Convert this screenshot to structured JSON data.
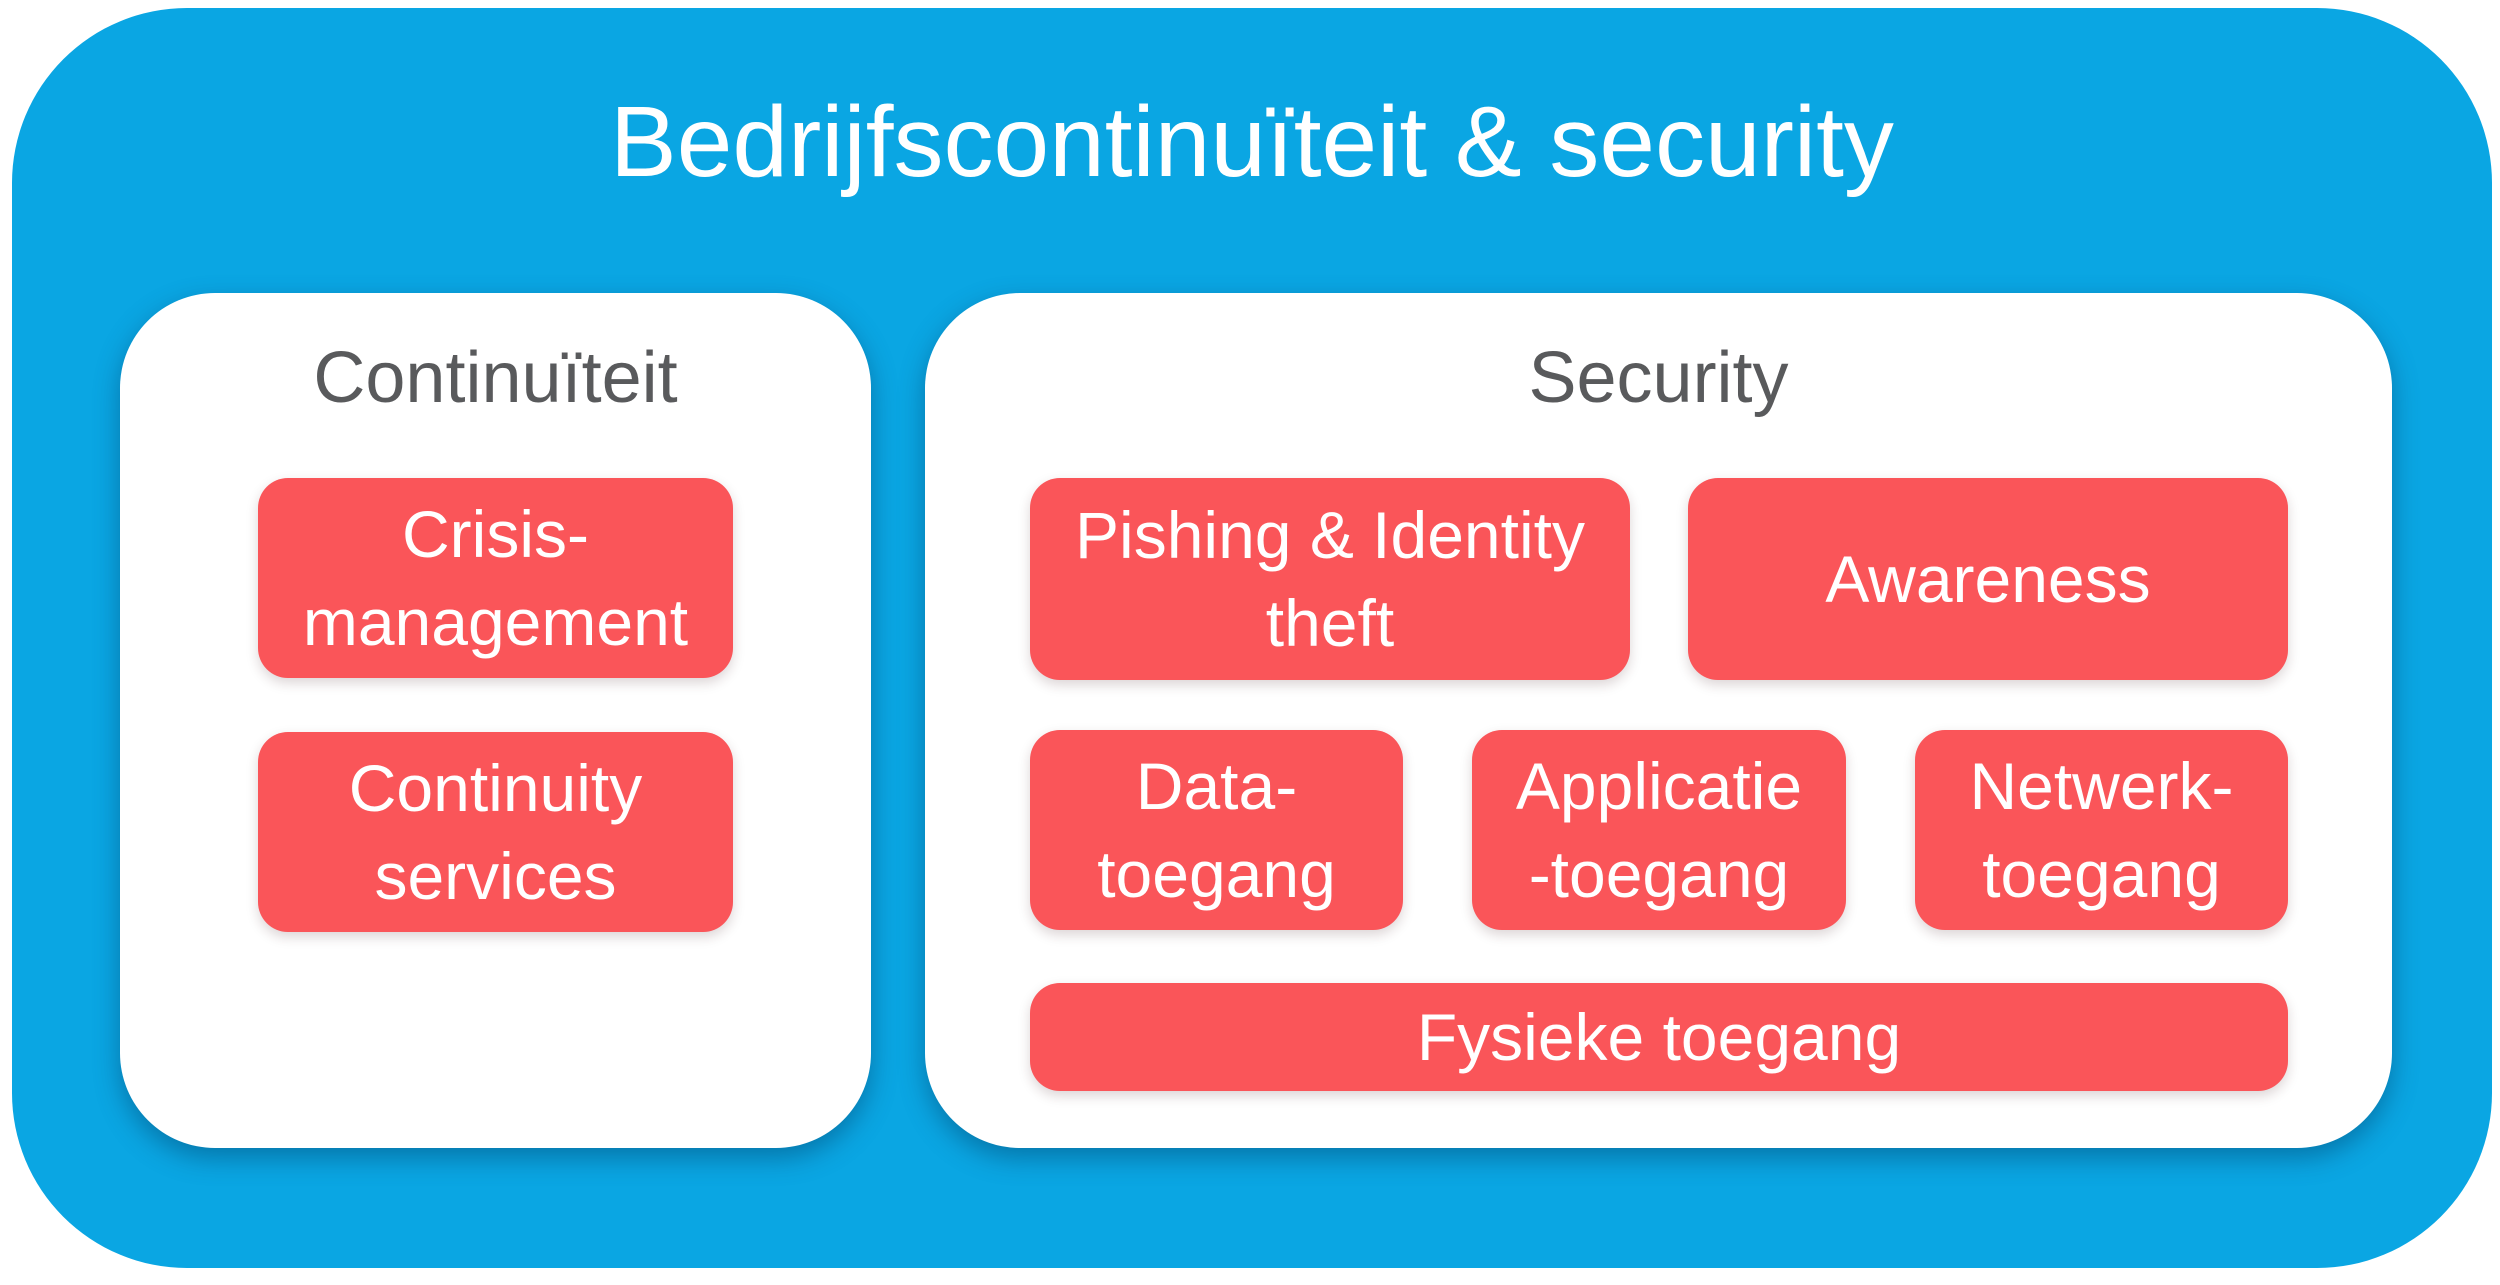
{
  "page": {
    "title": "Bedrijfscontinuïteit & security"
  },
  "colors": {
    "board_blue": "#0aa6e3",
    "panel_white": "#ffffff",
    "box_red": "#fa5559",
    "panel_heading_gray": "#595a5c",
    "title_text_white": "#ffffff"
  },
  "panels": [
    {
      "title": "Continuïteit",
      "boxes": [
        {
          "label": "Crisis-\nmanagement"
        },
        {
          "label": "Continuity\nservices"
        }
      ]
    },
    {
      "title": "Security",
      "boxes": [
        {
          "label": "Pishing & Identity\ntheft"
        },
        {
          "label": "Awareness"
        },
        {
          "label": "Data-\ntoegang"
        },
        {
          "label": "Applicatie\n-toegang"
        },
        {
          "label": "Netwerk-\ntoegang"
        },
        {
          "label": "Fysieke toegang"
        }
      ]
    }
  ]
}
